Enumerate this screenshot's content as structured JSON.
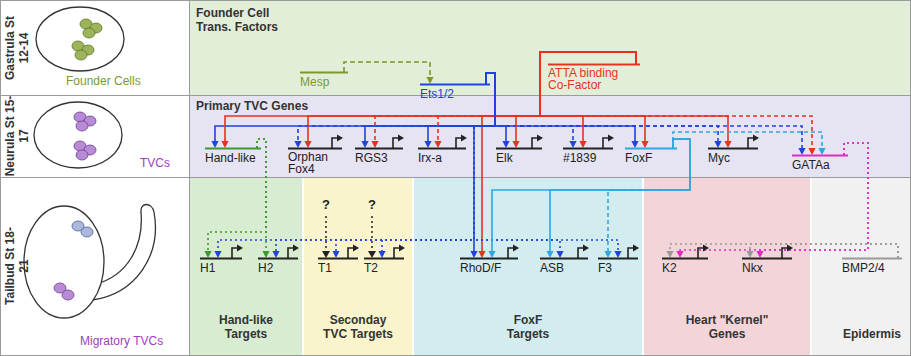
{
  "diagram": {
    "nodes": [
      {
        "text": [
          "Founder Cell Trans. Factors"
        ]
      },
      {
        "text": [
          "Mesp"
        ],
        "in": 0
      },
      {
        "text": [
          "Ets1/2"
        ],
        "in": 0
      },
      {
        "text": [
          "ATTA binding Co-Factor"
        ],
        "in": 0
      },
      {
        "text": [
          "Primary TVC Genes"
        ]
      },
      {
        "text": [
          "Hand-like"
        ],
        "in": 4
      },
      {
        "text": [
          "Orphan Fox4"
        ],
        "in": 4
      },
      {
        "text": [
          "RGS3"
        ],
        "in": 4
      },
      {
        "text": [
          "Irx-a"
        ],
        "in": 4
      },
      {
        "text": [
          "Elk"
        ],
        "in": 4
      },
      {
        "text": [
          "#1839"
        ],
        "in": 4
      },
      {
        "text": [
          "FoxF"
        ],
        "in": 4
      },
      {
        "text": [
          "Myc"
        ],
        "in": 4
      },
      {
        "text": [
          "GATAa"
        ],
        "in": 4
      },
      {
        "text": [
          "Hand-like Targets"
        ]
      },
      {
        "text": [
          "H1"
        ],
        "in": 14
      },
      {
        "text": [
          "H2"
        ],
        "in": 14
      },
      {
        "text": [
          "Seconday TVC Targets"
        ]
      },
      {
        "text": [
          "T1"
        ],
        "in": 17
      },
      {
        "text": [
          "T2"
        ],
        "in": 17
      },
      {
        "text": [
          "FoxF Targets"
        ]
      },
      {
        "text": [
          "RhoD/F"
        ],
        "in": 20
      },
      {
        "text": [
          "ASB"
        ],
        "in": 20
      },
      {
        "text": [
          "F3"
        ],
        "in": 20
      },
      {
        "text": [
          "Heart \"Kernel\" Genes"
        ]
      },
      {
        "text": [
          "K2"
        ],
        "in": 24
      },
      {
        "text": [
          "Nkx"
        ],
        "in": 24
      },
      {
        "text": [
          "Epidermis"
        ]
      },
      {
        "text": [
          "BMP2/4"
        ],
        "in": 27
      }
    ],
    "edges": [
      {
        "from": 1,
        "to": 2,
        "arrow": "to"
      },
      {
        "from": 2,
        "to": 5,
        "arrow": "to"
      },
      {
        "from": 2,
        "to": 6,
        "arrow": "to"
      },
      {
        "from": 2,
        "to": 7,
        "arrow": "to"
      },
      {
        "from": 2,
        "to": 8,
        "arrow": "to"
      },
      {
        "from": 2,
        "to": 9,
        "arrow": "to"
      },
      {
        "from": 2,
        "to": 10,
        "arrow": "to"
      },
      {
        "from": 2,
        "to": 11,
        "arrow": "to"
      },
      {
        "from": 2,
        "to": 12,
        "arrow": "to"
      },
      {
        "from": 2,
        "to": 13,
        "arrow": "to"
      },
      {
        "from": 3,
        "to": 5,
        "arrow": "to"
      },
      {
        "from": 3,
        "to": 6,
        "arrow": "to"
      },
      {
        "from": 3,
        "to": 7,
        "arrow": "to"
      },
      {
        "from": 3,
        "to": 8,
        "arrow": "to"
      },
      {
        "from": 3,
        "to": 9,
        "arrow": "to"
      },
      {
        "from": 3,
        "to": 10,
        "arrow": "to"
      },
      {
        "from": 3,
        "to": 11,
        "arrow": "to"
      },
      {
        "from": 3,
        "to": 12,
        "arrow": "to"
      },
      {
        "from": 3,
        "to": 13,
        "arrow": "to"
      },
      {
        "from": 3,
        "to": 21,
        "arrow": "to"
      },
      {
        "from": 2,
        "to": 21,
        "arrow": "to"
      },
      {
        "from": 5,
        "to": 15,
        "arrow": "to"
      },
      {
        "from": 5,
        "to": 16,
        "arrow": "to"
      },
      {
        "from": 2,
        "to": 15,
        "arrow": "to"
      },
      {
        "from": 2,
        "to": 16,
        "arrow": "to"
      },
      {
        "from": 2,
        "to": 18,
        "arrow": "to"
      },
      {
        "from": 2,
        "to": 19,
        "arrow": "to"
      },
      {
        "from": 2,
        "to": 22,
        "arrow": "to"
      },
      {
        "from": 2,
        "to": 23,
        "arrow": "to"
      },
      {
        "from": 11,
        "to": 21,
        "arrow": "to"
      },
      {
        "from": 11,
        "to": 22,
        "arrow": "to"
      },
      {
        "from": 11,
        "to": 23,
        "arrow": "to"
      },
      {
        "from": 11,
        "to": 13,
        "arrow": "to"
      },
      {
        "from": 13,
        "to": 25,
        "arrow": "to"
      },
      {
        "from": 13,
        "to": 26,
        "arrow": "to"
      },
      {
        "from": 28,
        "to": 25,
        "arrow": "to"
      },
      {
        "from": 28,
        "to": 26,
        "arrow": "to"
      }
    ],
    "labels": [
      "Gastrula St 12-14",
      "Founder Cells",
      "Neurula St 15-17",
      "TVCs",
      "Tailbud St 18-21",
      "Migratory TVCs",
      "?",
      "?"
    ]
  }
}
